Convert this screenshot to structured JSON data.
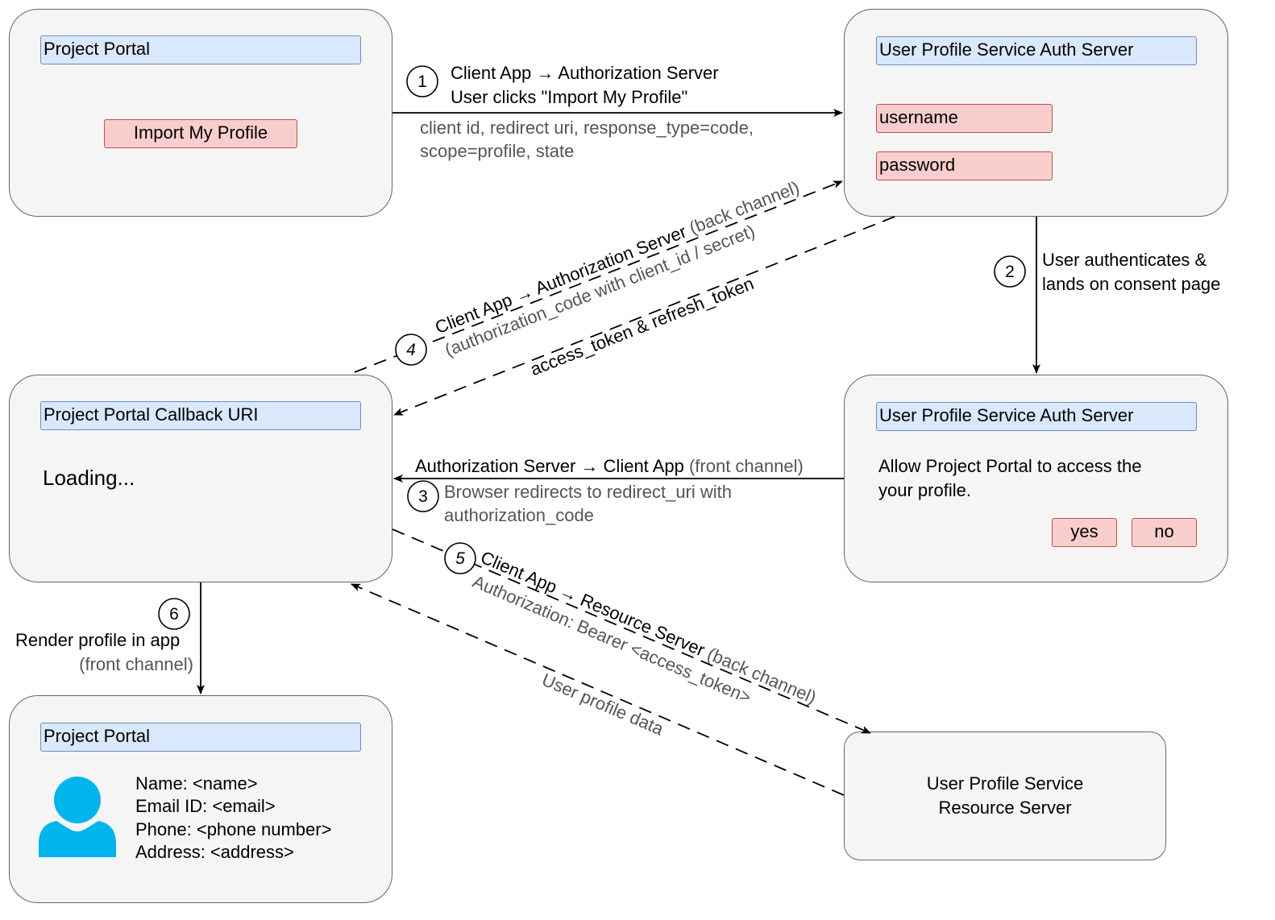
{
  "panels": {
    "portal": {
      "title": "Project Portal",
      "button": "Import My Profile"
    },
    "auth_login": {
      "title": "User Profile Service Auth Server",
      "username": "username",
      "password": "password"
    },
    "callback": {
      "title": "Project Portal Callback URI",
      "loading": "Loading..."
    },
    "consent": {
      "title": "User Profile Service Auth Server",
      "message_line1": "Allow Project Portal to access the",
      "message_line2": "your profile.",
      "yes": "yes",
      "no": "no"
    },
    "profile": {
      "title": "Project Portal",
      "name": "Name: <name>",
      "email": "Email ID: <email>",
      "phone": "Phone: <phone number>",
      "address": "Address: <address>",
      "avatar_icon": "user-icon"
    },
    "resource": {
      "line1": "User Profile Service",
      "line2": "Resource Server"
    }
  },
  "steps": {
    "s1": {
      "num": "1",
      "line1": "Client App → Authorization Server",
      "line2": "User clicks \"Import My Profile\"",
      "detail1": "client id, redirect uri, response_type=code,",
      "detail2": "scope=profile, state"
    },
    "s2": {
      "num": "2",
      "line1": "User authenticates &",
      "line2": "lands on consent page"
    },
    "s3": {
      "num": "3",
      "line1_main": "Authorization Server → Client App",
      "line1_note": "(front channel)",
      "detail1": "Browser redirects to redirect_uri with",
      "detail2": "authorization_code"
    },
    "s4": {
      "num": "4",
      "main": "Client App → Authorization Server",
      "note": "(back channel)",
      "detail": "(authorization_code with client_id / secret)",
      "response": "access_token & refresh_token"
    },
    "s5": {
      "num": "5",
      "main": "Client App → Resource Server",
      "note": "(back channel)",
      "detail": "Authorization: Bearer <access_token>",
      "response": "User profile data"
    },
    "s6": {
      "num": "6",
      "line1": "Render profile in app",
      "line2": "(front channel)"
    }
  },
  "colors": {
    "title_fill": "#dae8fc",
    "title_border": "#6c8ebf",
    "red_fill": "#f8cecc",
    "red_border": "#b85450",
    "panel_fill": "#f5f5f5",
    "avatar": "#00b4ec"
  }
}
